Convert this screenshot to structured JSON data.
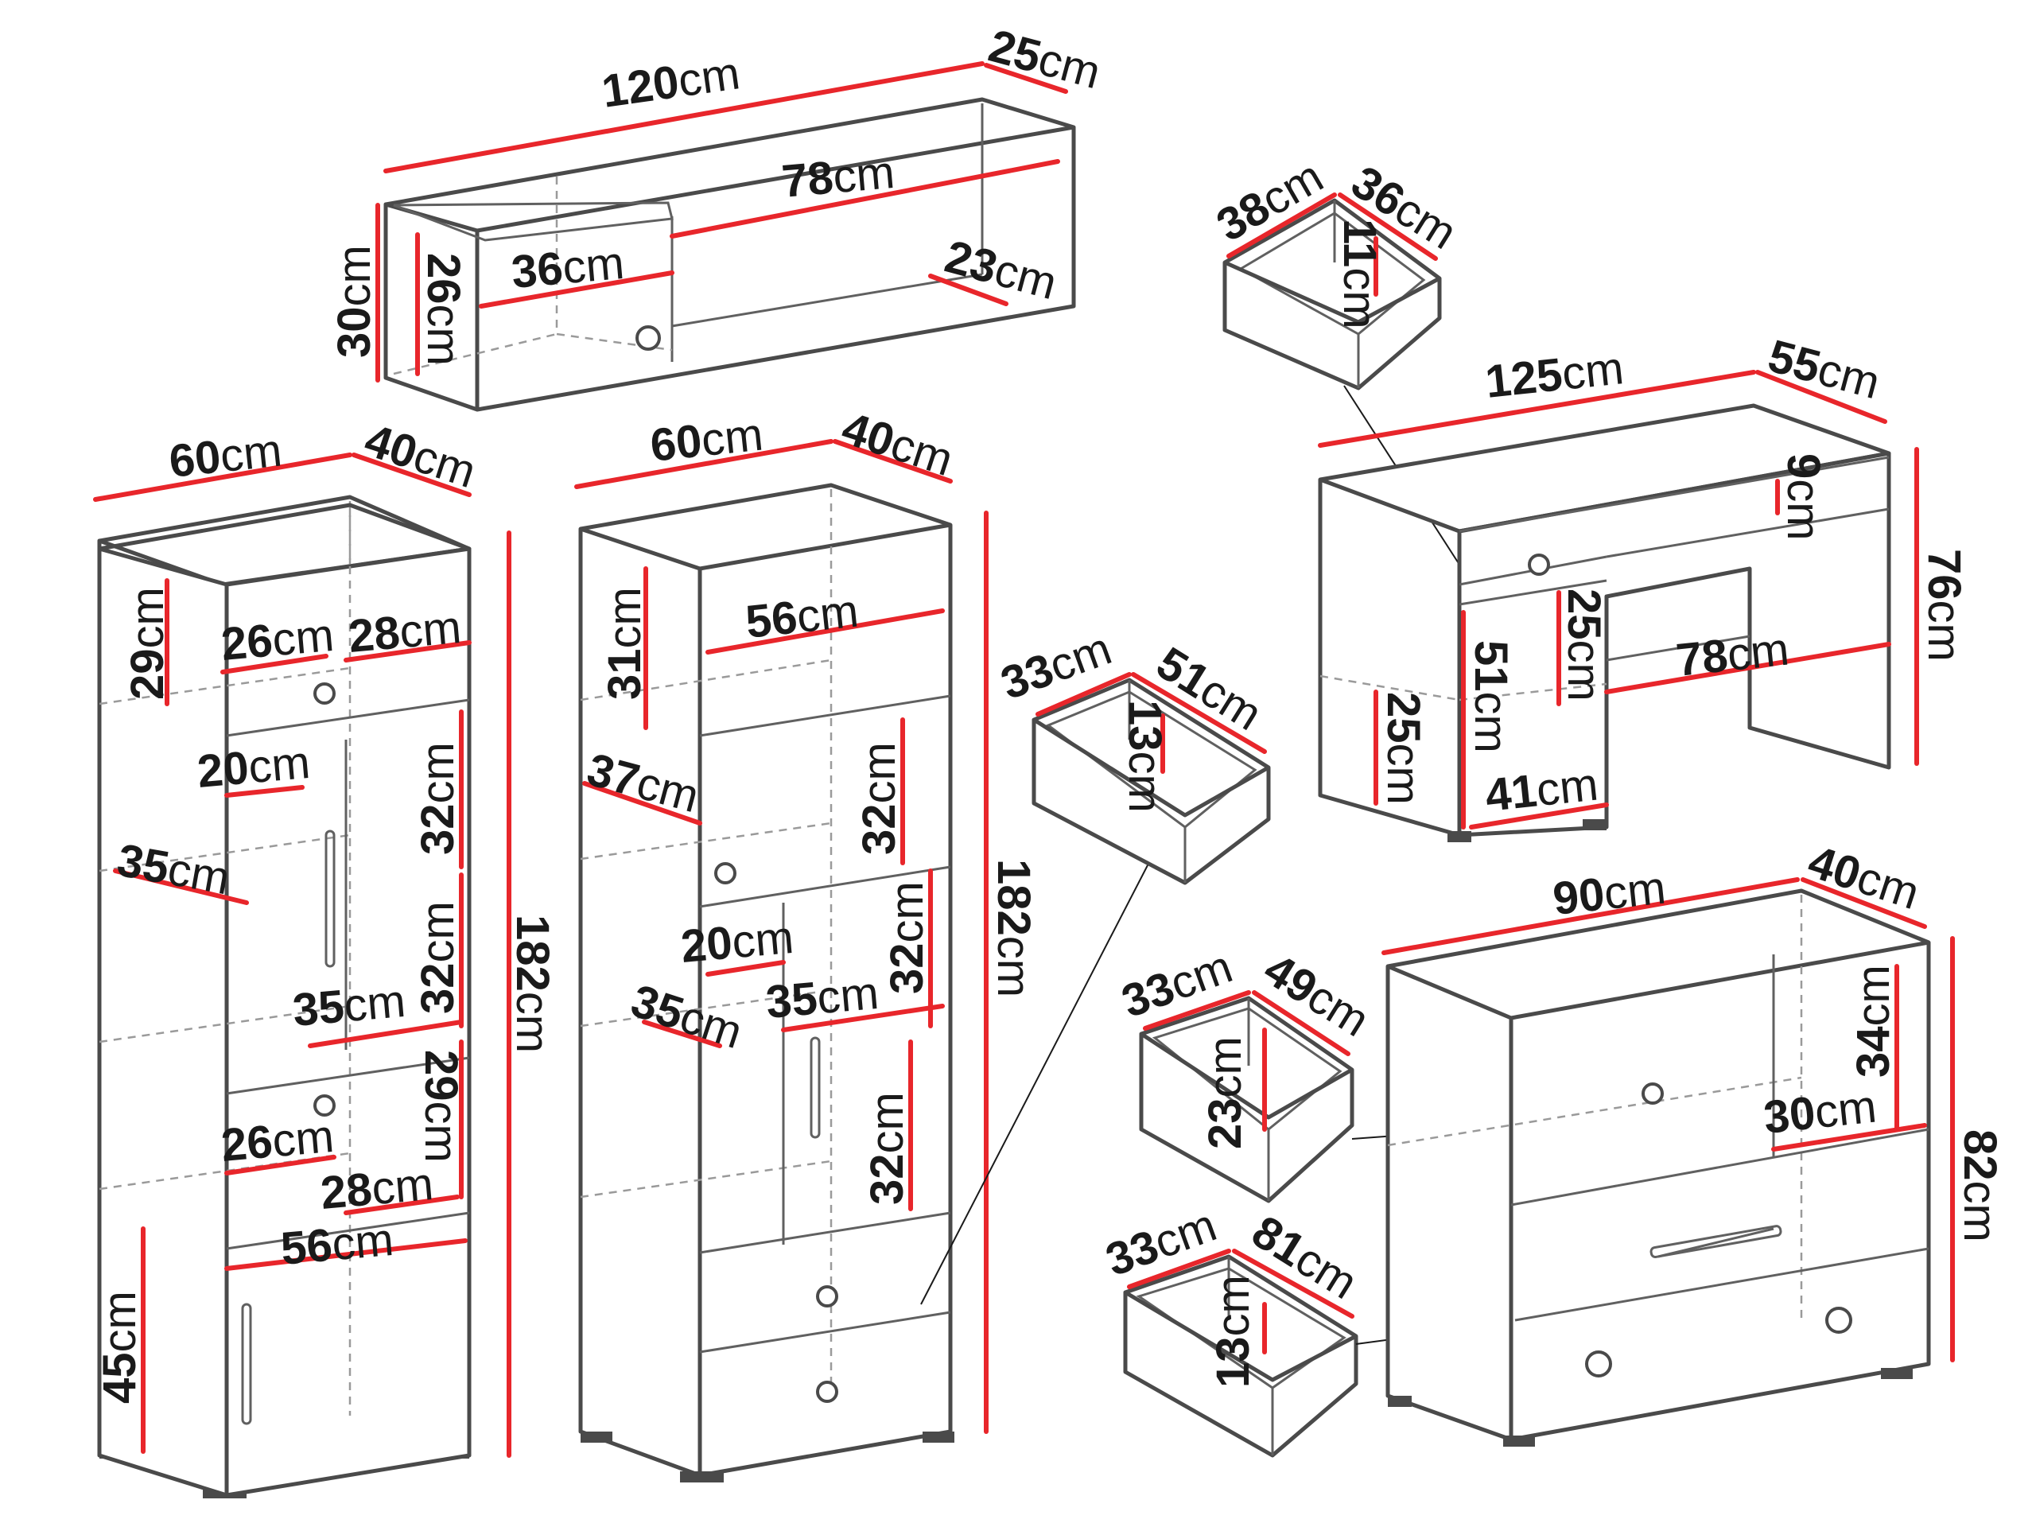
{
  "figure": {
    "shelf": {
      "width": "120",
      "depth": "25",
      "height": "30",
      "inner_height": "26",
      "inner_width": "36",
      "open_width": "78",
      "open_depth": "23"
    },
    "bookcase_left": {
      "width": "60",
      "depth": "40",
      "height": "182",
      "dims": [
        "29",
        "26",
        "28",
        "20",
        "32",
        "35",
        "32",
        "35",
        "26",
        "29",
        "28",
        "56",
        "45"
      ]
    },
    "bookcase_right": {
      "width": "60",
      "depth": "40",
      "height": "182",
      "dims": [
        "31",
        "56",
        "37",
        "32",
        "20",
        "32",
        "35",
        "35",
        "32"
      ]
    },
    "desk_drawer": {
      "width": "38",
      "depth": "36",
      "height": "11"
    },
    "desk": {
      "width": "125",
      "depth": "55",
      "height": "76",
      "dims": [
        "9",
        "25",
        "51",
        "78",
        "25",
        "41"
      ]
    },
    "bookcase_drawer": {
      "width": "33",
      "depth": "51",
      "height": "13"
    },
    "dresser_drawer_top": {
      "width": "33",
      "depth": "49",
      "height": "23"
    },
    "dresser_drawer_bottom": {
      "width": "33",
      "depth": "81",
      "height": "13"
    },
    "dresser": {
      "width": "90",
      "depth": "40",
      "height": "82",
      "dims": [
        "34",
        "30"
      ]
    },
    "unit": "cm"
  }
}
